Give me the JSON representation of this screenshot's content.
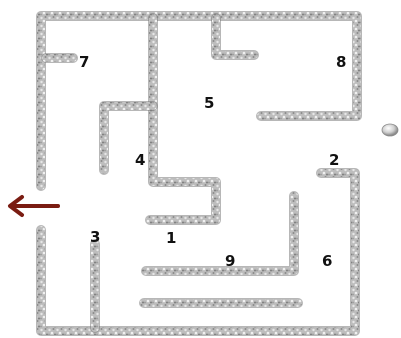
{
  "maze": {
    "labels": {
      "l1": "1",
      "l2": "2",
      "l3": "3",
      "l4": "4",
      "l5": "5",
      "l6": "6",
      "l7": "7",
      "l8": "8",
      "l9": "9"
    },
    "exit_icon": "left-arrow-icon",
    "ball_icon": "ball-icon",
    "colors": {
      "wall_light": "#d9d9d9",
      "wall_dark": "#8c8c8c",
      "arrow": "#7a1c12",
      "label": "#111111",
      "background": "#ffffff"
    }
  }
}
